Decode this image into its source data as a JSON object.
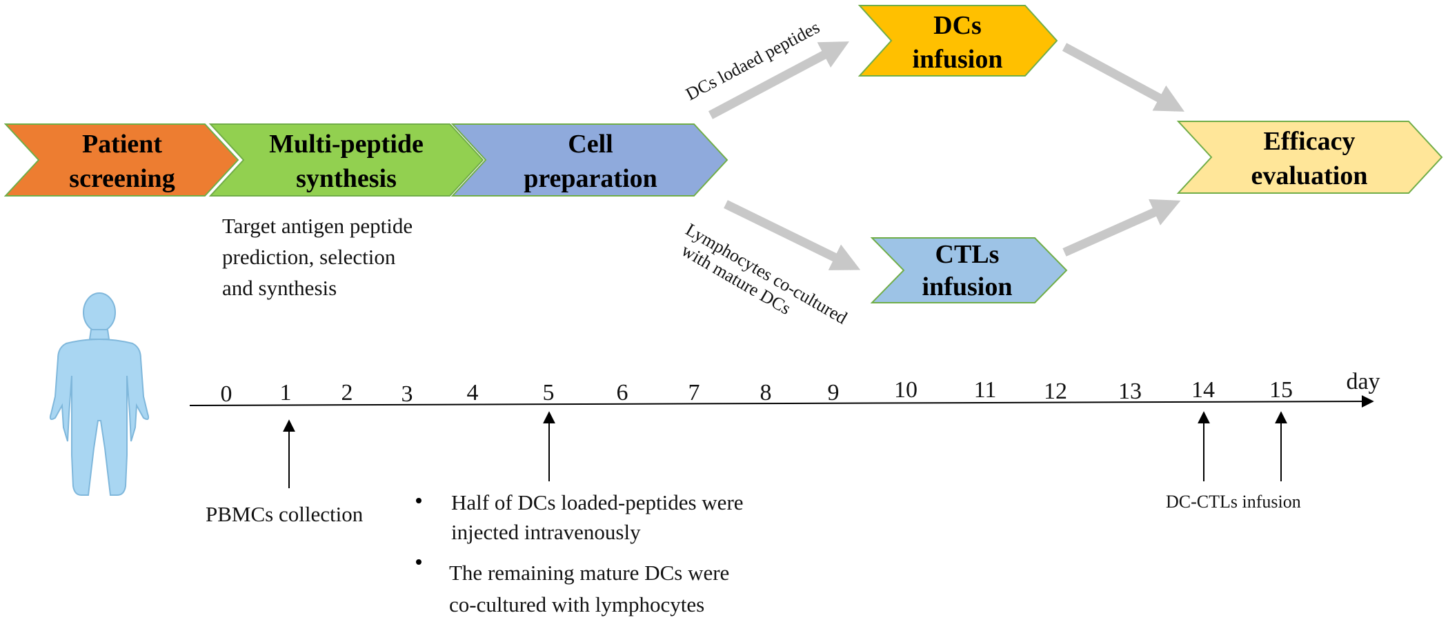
{
  "flow": {
    "step1": {
      "line1": "Patient",
      "line2": "screening",
      "color": "#ED7D31"
    },
    "step2": {
      "line1": "Multi-peptide",
      "line2": "synthesis",
      "color": "#92D050"
    },
    "step3": {
      "line1": "Cell",
      "line2": "preparation",
      "color": "#8FAADC"
    },
    "dcs": {
      "line1": "DCs",
      "line2": "infusion",
      "color": "#FFC000"
    },
    "ctls": {
      "line1": "CTLs",
      "line2": "infusion",
      "color": "#9DC3E6"
    },
    "efficacy": {
      "line1": "Efficacy",
      "line2": "evaluation",
      "color": "#FFE699"
    },
    "border_color": "#70AD47",
    "arrow_color": "#C8C8C8"
  },
  "labels": {
    "dcs_path": "DCs lodaed peptides",
    "ctls_path_line1": "Lymphocytes co-cultured",
    "ctls_path_line2": "with mature DCs",
    "synthesis_note": [
      "Target antigen peptide",
      "prediction, selection",
      "and synthesis"
    ]
  },
  "person": {
    "color": "#A9D6F2",
    "outline": "#7FB7DB"
  },
  "timeline": {
    "ticks": [
      "0",
      "1",
      "2",
      "3",
      "4",
      "5",
      "6",
      "7",
      "8",
      "9",
      "10",
      "11",
      "12",
      "13",
      "14",
      "15"
    ],
    "unit": "day",
    "events": {
      "pbmc": "PBMCs collection",
      "bullet1_line1": "Half of  DCs loaded-peptides were",
      "bullet1_line2": "injected intravenously",
      "bullet2_line1": "The remaining mature DCs were",
      "bullet2_line2": "co-cultured with lymphocytes",
      "dcctl": "DC-CTLs infusion"
    }
  }
}
